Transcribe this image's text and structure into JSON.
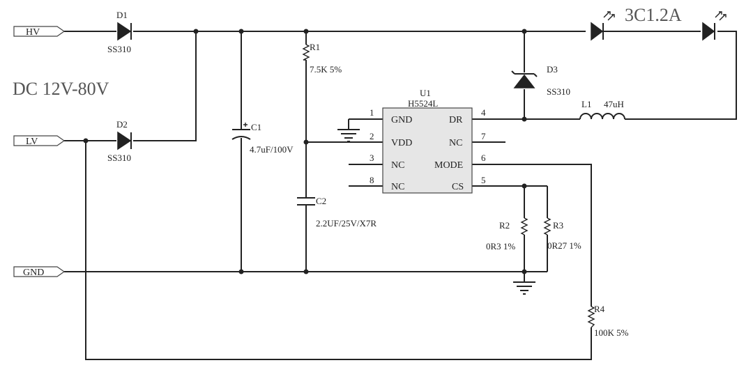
{
  "ports": {
    "hv": "HV",
    "lv": "LV",
    "gnd": "GND"
  },
  "input_range": "DC 12V-80V",
  "led_string": "3C1.2A",
  "components": {
    "d1": {
      "ref": "D1",
      "value": "SS310"
    },
    "d2": {
      "ref": "D2",
      "value": "SS310"
    },
    "d3": {
      "ref": "D3",
      "value": "SS310"
    },
    "c1": {
      "ref": "C1",
      "value": "4.7uF/100V"
    },
    "c2": {
      "ref": "C2",
      "value": "2.2UF/25V/X7R"
    },
    "r1": {
      "ref": "R1",
      "value": "7.5K  5%"
    },
    "r2": {
      "ref": "R2",
      "value": "0R3 1%"
    },
    "r3": {
      "ref": "R3",
      "value": "0R27 1%"
    },
    "r4": {
      "ref": "R4",
      "value": "100K  5%"
    },
    "l1": {
      "ref": "L1",
      "value": "47uH"
    },
    "u1": {
      "ref": "U1",
      "value": "H5524L"
    }
  },
  "ic_pins": [
    {
      "num": "1",
      "name": "GND"
    },
    {
      "num": "2",
      "name": "VDD"
    },
    {
      "num": "3",
      "name": "NC"
    },
    {
      "num": "8",
      "name": "NC"
    },
    {
      "num": "4",
      "name": "DR"
    },
    {
      "num": "7",
      "name": "NC"
    },
    {
      "num": "6",
      "name": "MODE"
    },
    {
      "num": "5",
      "name": "CS"
    }
  ]
}
